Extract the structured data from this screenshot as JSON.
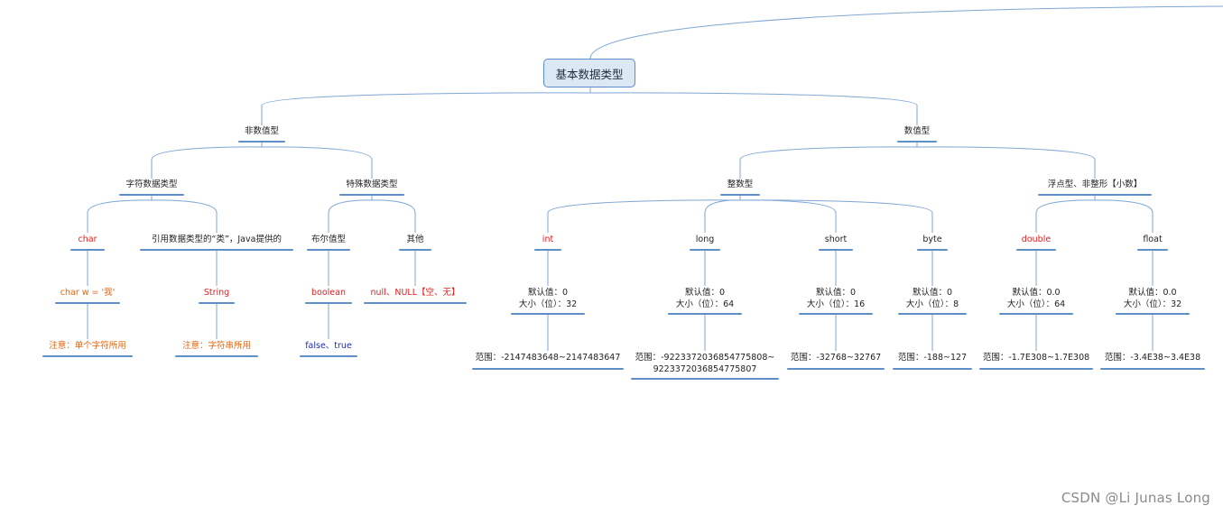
{
  "root": {
    "label": "基本数据类型"
  },
  "nodes": {
    "non_numeric": "非数值型",
    "numeric": "数值型",
    "char_types": "字符数据类型",
    "special_types": "特殊数据类型",
    "integer": "整数型",
    "floating": "浮点型、非整形【小数】",
    "char": "char",
    "reference": "引用数据类型的“类”，Java提供的",
    "bool_type": "布尔值型",
    "other": "其他",
    "int": "int",
    "long": "long",
    "short": "short",
    "byte": "byte",
    "double": "double",
    "float": "float",
    "char_example": "char w = '我'",
    "string": "String",
    "boolean": "boolean",
    "null_value": "null、NULL【空、无】",
    "int_info": "默认值：0\n大小（位）：32",
    "long_info": "默认值：0\n大小（位）：64",
    "short_info": "默认值：0\n大小（位）：16",
    "byte_info": "默认值：0\n大小（位）：8",
    "double_info": "默认值：0.0\n大小（位）：64",
    "float_info": "默认值：0.0\n大小（位）：32",
    "char_note": "注意：单个字符所用",
    "string_note": "注意：字符串所用",
    "boolean_values": "false、true",
    "int_range": "范围：-2147483648~2147483647",
    "long_range": "范围：-9223372036854775808~\n9223372036854775807",
    "short_range": "范围：-32768~32767",
    "byte_range": "范围：-188~127",
    "double_range": "范围：-1.7E308~1.7E308",
    "float_range": "范围：-3.4E38~3.4E38"
  },
  "colors": {
    "connector": "#7fa6d4",
    "underline": "#5e8fc7",
    "root_fill": "#dde8f5",
    "root_border": "#5b8ccb",
    "red_text": "#e0201e",
    "orange_text": "#e2640f",
    "blue_text": "#1b2bb8"
  },
  "watermark": "CSDN @Li Junas Long"
}
